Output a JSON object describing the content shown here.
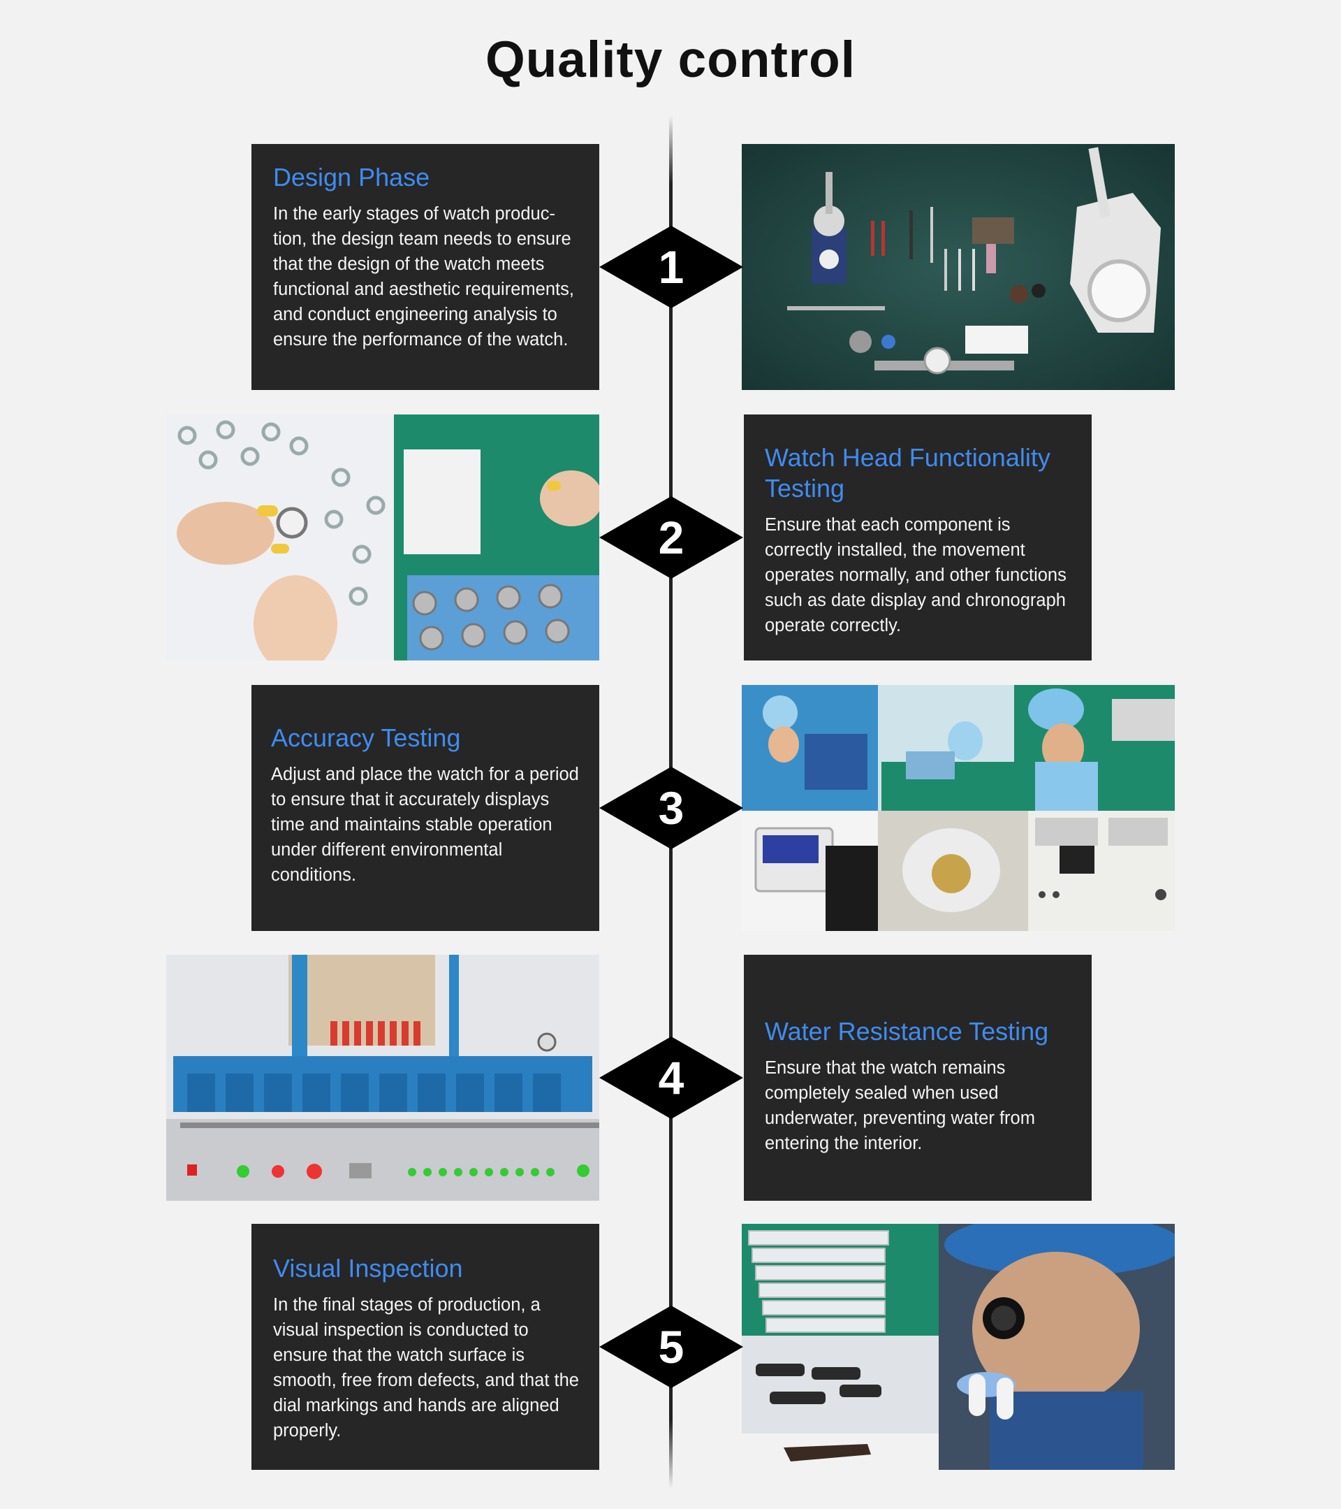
{
  "title": "Quality control",
  "steps": [
    {
      "number": "1",
      "title": "Design Phase",
      "text": "In the early stages of watch produc-tion, the design team needs to ensure that the design of the watch meets functional and aesthetic requirements, and conduct engineering analysis to ensure the performance of the watch.",
      "photo": "watchmaking-tools-photo"
    },
    {
      "number": "2",
      "title": "Watch Head Functionality Testing",
      "text": "Ensure that each component is correctly installed, the movement operates normally, and other functions such as date display and chronograph operate correctly.",
      "photo": "assembly-hands-photo"
    },
    {
      "number": "3",
      "title": "Accuracy Testing",
      "text": "Adjust and place the watch for a period to ensure that it accurately displays time and maintains stable operation under different environmental conditions.",
      "photo": "accuracy-lab-collage-photo"
    },
    {
      "number": "4",
      "title": "Water Resistance Testing",
      "text": "Ensure that the watch remains completely sealed when used underwater, preventing water from entering the interior.",
      "photo": "air-leakage-tester-photo"
    },
    {
      "number": "5",
      "title": "Visual Inspection",
      "text": "In the final stages of production, a visual inspection is conducted to ensure that the watch surface is smooth, free from defects, and that the dial markings and hands are aligned properly.",
      "photo": "loupe-inspection-photo"
    }
  ],
  "colors": {
    "background": "#f2f2f2",
    "card": "#262626",
    "accent": "#3f8cf0",
    "diamond": "#000000",
    "line": "#222222"
  }
}
